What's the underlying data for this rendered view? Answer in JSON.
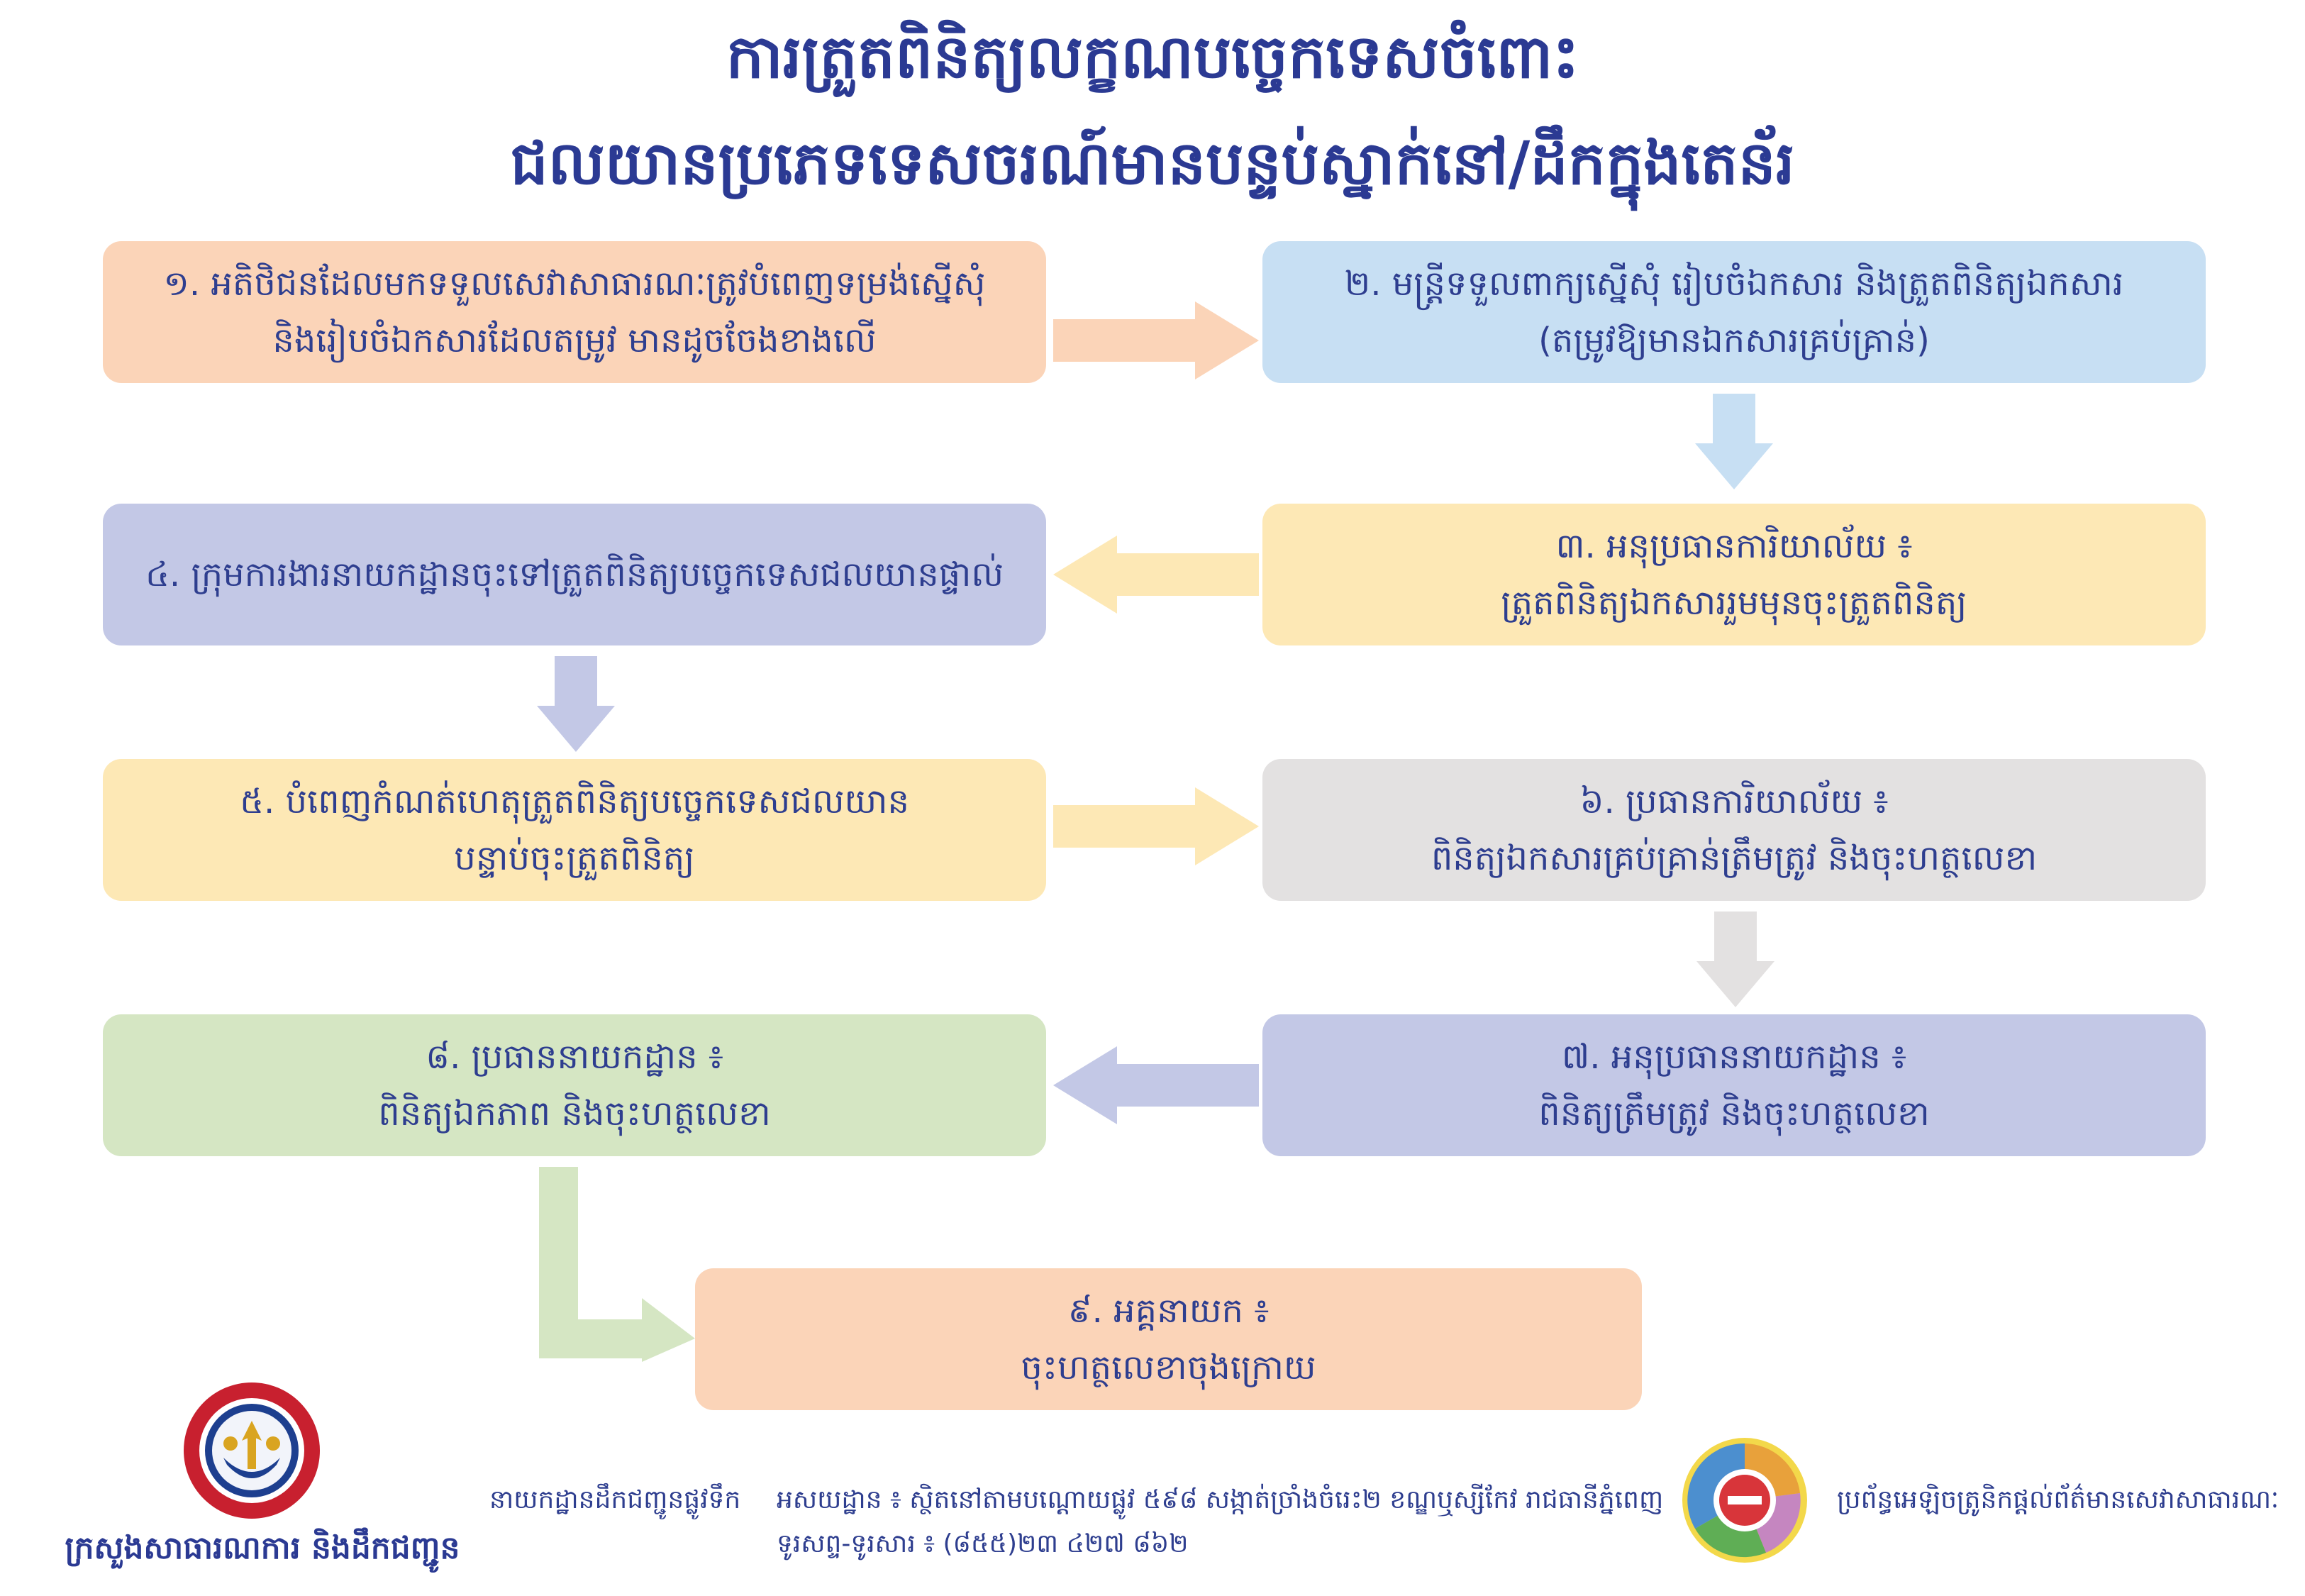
{
  "header": {
    "title_line1": "ការត្រួតពិនិត្យលក្ខណបច្ចេកទេសចំពោះ",
    "title_line2": "ជលយានប្រភេទទេសចរណ៍មានបន្ទប់ស្នាក់នៅ/ដឹកក្នុងតេន័រ"
  },
  "steps": [
    {
      "line1": "១. អតិថិជនដែលមកទទួលសេវាសាធារណៈត្រូវបំពេញទម្រង់ស្នើសុំ",
      "line2": "និងរៀបចំឯកសារដែលតម្រូវ មានដូចចែងខាងលើ"
    },
    {
      "line1": "២. មន្ត្រីទទួលពាក្យស្នើសុំ រៀបចំឯកសារ និងត្រួតពិនិត្យឯកសារ",
      "line2": "(តម្រូវឱ្យមានឯកសារគ្រប់គ្រាន់)"
    },
    {
      "line1": "៣. អនុប្រធានការិយាល័យ ៖",
      "line2": "ត្រួតពិនិត្យឯកសាររួមមុនចុះត្រួតពិនិត្យ"
    },
    {
      "line1": "៤. ក្រុមការងារនាយកដ្ឋានចុះទៅត្រួតពិនិត្យបច្ចេកទេសជលយានផ្ទាល់",
      "line2": ""
    },
    {
      "line1": "៥. បំពេញកំណត់ហេតុត្រួតពិនិត្យបច្ចេកទេសជលយាន",
      "line2": "បន្ទាប់ចុះត្រួតពិនិត្យ"
    },
    {
      "line1": "៦. ប្រធានការិយាល័យ ៖",
      "line2": "ពិនិត្យឯកសារគ្រប់គ្រាន់ត្រឹមត្រូវ និងចុះហត្ថលេខា"
    },
    {
      "line1": "៧. អនុប្រធាននាយកដ្ឋាន ៖",
      "line2": "ពិនិត្យត្រឹមត្រូវ និងចុះហត្ថលេខា"
    },
    {
      "line1": "៨. ប្រធាននាយកដ្ឋាន ៖",
      "line2": "ពិនិត្យឯកភាព និងចុះហត្ថលេខា"
    },
    {
      "line1": "៩. អគ្គនាយក ៖",
      "line2": "ចុះហត្ថលេខាចុងក្រោយ"
    }
  ],
  "footer": {
    "ministry_name": "ក្រសួងសាធារណការ និងដឹកជញ្ជូន",
    "department": "នាយកដ្ឋានដឹកជញ្ជូនផ្លូវទឹក",
    "address": "អសយដ្ឋាន ៖ ស្ថិតនៅតាមបណ្តោយផ្លូវ ៥៩៨ សង្កាត់ច្រាំងចំរេះ២ ខណ្ឌឬស្សីកែវ រាជធានីភ្នំពេញ",
    "phone": "ទូរសព្ទ-ទូរសារ ៖ (៨៥៥)២៣ ៤២៧ ៨៦២",
    "info_system": "ប្រព័ន្ធអេឡិចត្រូនិកផ្តល់ព័ត៌មានសេវាសាធារណៈ"
  },
  "colors": {
    "title": "#2b3a93",
    "peach": "#fbd4b8",
    "blue": "#c7dff3",
    "lilac": "#c3c8e6",
    "yellow": "#fde8b5",
    "grey": "#e3e1e1",
    "green": "#d5e6c3"
  },
  "icons": {
    "logo_left": "ministry-seal-icon",
    "logo_right": "public-service-info-system-icon",
    "arrows": "flow-arrow-icon"
  }
}
